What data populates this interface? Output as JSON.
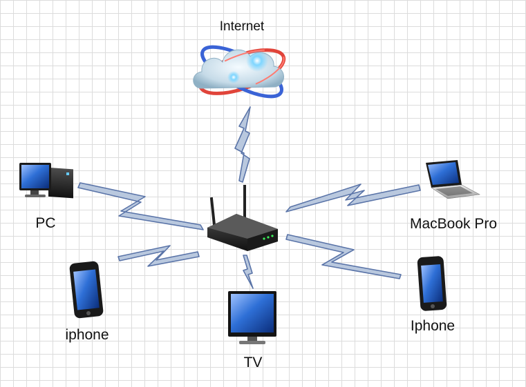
{
  "diagram": {
    "nodes": {
      "internet": {
        "label": "Internet",
        "icon": "cloud-orbit-icon"
      },
      "router": {
        "label": "",
        "icon": "wireless-router-icon"
      },
      "pc": {
        "label": "PC",
        "icon": "desktop-computer-icon"
      },
      "macbook": {
        "label": "MacBook Pro",
        "icon": "laptop-icon"
      },
      "iphone_left": {
        "label": "iphone",
        "icon": "smartphone-icon"
      },
      "iphone_right": {
        "label": "Iphone",
        "icon": "smartphone-icon"
      },
      "tv": {
        "label": "TV",
        "icon": "monitor-icon"
      }
    },
    "links": [
      {
        "from": "router",
        "to": "internet",
        "style": "lightning"
      },
      {
        "from": "router",
        "to": "pc",
        "style": "lightning"
      },
      {
        "from": "router",
        "to": "macbook",
        "style": "lightning"
      },
      {
        "from": "router",
        "to": "iphone_left",
        "style": "lightning"
      },
      {
        "from": "router",
        "to": "iphone_right",
        "style": "lightning"
      },
      {
        "from": "router",
        "to": "tv",
        "style": "lightning"
      }
    ],
    "colors": {
      "bolt_fill": "#b9c8de",
      "bolt_stroke": "#5a74a8",
      "grid": "#dcdcdc",
      "screen_blue": "#2e6fd6",
      "device_dark": "#2b2b2b",
      "cloud": "#cfe0ec",
      "orbit_red": "#e0443a",
      "orbit_blue": "#3a63d6"
    }
  }
}
